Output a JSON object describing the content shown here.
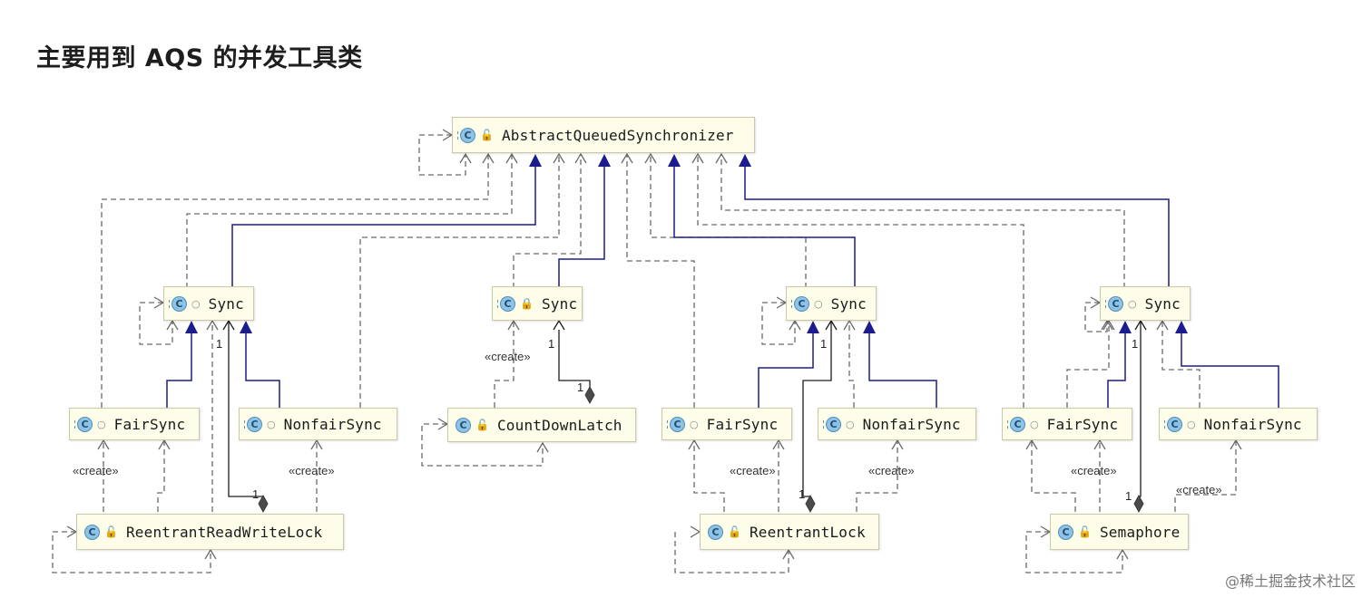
{
  "title": "主要用到 AQS 的并发工具类",
  "watermark": "@稀土掘金技术社区",
  "labels": {
    "create": "«create»",
    "multiplicity": "1"
  },
  "colors": {
    "inheritance_line": "#1c1c8c",
    "dependency_line": "#6a6a6a",
    "box_fill": "#fdfde9",
    "box_border": "#c9c9a8",
    "class_icon": "#8ec3e6"
  },
  "classes": {
    "aqs": {
      "name": "AbstractQueuedSynchronizer",
      "icon": "abstract-class-icon",
      "visibility": "public"
    },
    "rrwl_sync": {
      "name": "Sync",
      "icon": "abstract-class-icon",
      "visibility": "package"
    },
    "cdl_sync": {
      "name": "Sync",
      "icon": "class-icon",
      "visibility": "private"
    },
    "rl_sync": {
      "name": "Sync",
      "icon": "abstract-class-icon",
      "visibility": "package"
    },
    "sem_sync": {
      "name": "Sync",
      "icon": "abstract-class-icon",
      "visibility": "package"
    },
    "rrwl_fair": {
      "name": "FairSync",
      "icon": "class-icon",
      "visibility": "package"
    },
    "rrwl_nonfair": {
      "name": "NonfairSync",
      "icon": "class-icon",
      "visibility": "package"
    },
    "cdl": {
      "name": "CountDownLatch",
      "icon": "class-icon",
      "visibility": "public"
    },
    "rl_fair": {
      "name": "FairSync",
      "icon": "class-icon",
      "visibility": "package"
    },
    "rl_nonfair": {
      "name": "NonfairSync",
      "icon": "class-icon",
      "visibility": "package"
    },
    "sem_fair": {
      "name": "FairSync",
      "icon": "class-icon",
      "visibility": "package"
    },
    "sem_nonfair": {
      "name": "NonfairSync",
      "icon": "class-icon",
      "visibility": "package"
    },
    "rrwl": {
      "name": "ReentrantReadWriteLock",
      "icon": "class-icon",
      "visibility": "public"
    },
    "rl": {
      "name": "ReentrantLock",
      "icon": "class-icon",
      "visibility": "public"
    },
    "sem": {
      "name": "Semaphore",
      "icon": "class-icon",
      "visibility": "public"
    }
  }
}
